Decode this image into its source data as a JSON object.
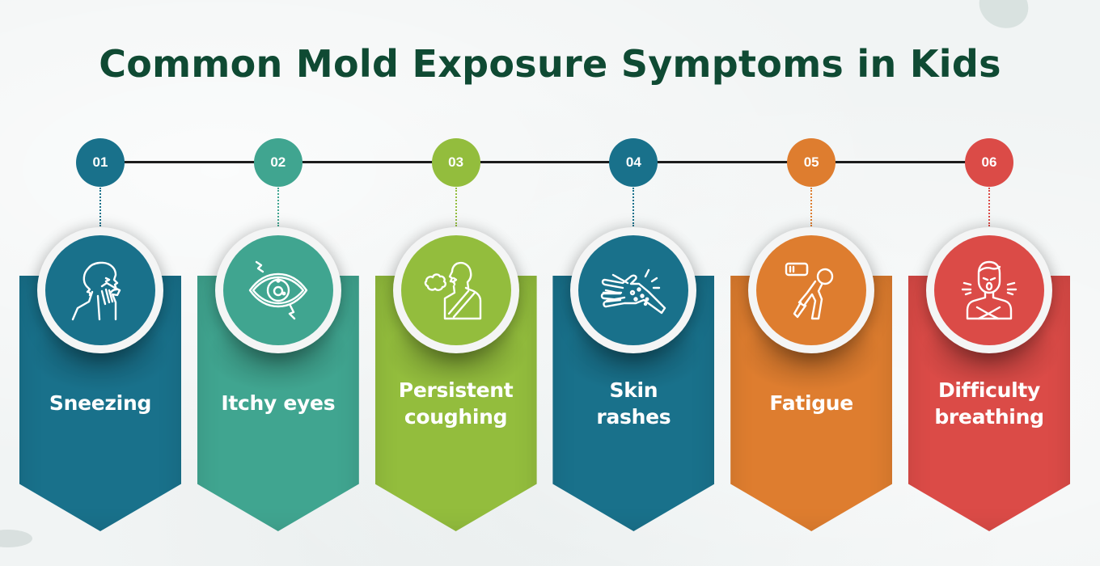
{
  "title": "Common Mold Exposure Symptoms in Kids",
  "steps": [
    {
      "number": "01",
      "label_line1": "Sneezing",
      "label_line2": "",
      "icon": "sneezing-person-icon",
      "color": "#19718b"
    },
    {
      "number": "02",
      "label_line1": "Itchy eyes",
      "label_line2": "",
      "icon": "itchy-eye-icon",
      "color": "#40a590"
    },
    {
      "number": "03",
      "label_line1": "Persistent",
      "label_line2": "coughing",
      "icon": "coughing-person-icon",
      "color": "#93bd3d"
    },
    {
      "number": "04",
      "label_line1": "Skin",
      "label_line2": "rashes",
      "icon": "rash-hand-icon",
      "color": "#19718b"
    },
    {
      "number": "05",
      "label_line1": "Fatigue",
      "label_line2": "",
      "icon": "tired-person-battery-icon",
      "color": "#de7d2f"
    },
    {
      "number": "06",
      "label_line1": "Difficulty",
      "label_line2": "breathing",
      "icon": "breathing-difficulty-icon",
      "color": "#db4b47"
    }
  ],
  "colors": {
    "title": "#0f4a33",
    "background": "#f1f4f4",
    "timeline": "#1c1c1c"
  }
}
